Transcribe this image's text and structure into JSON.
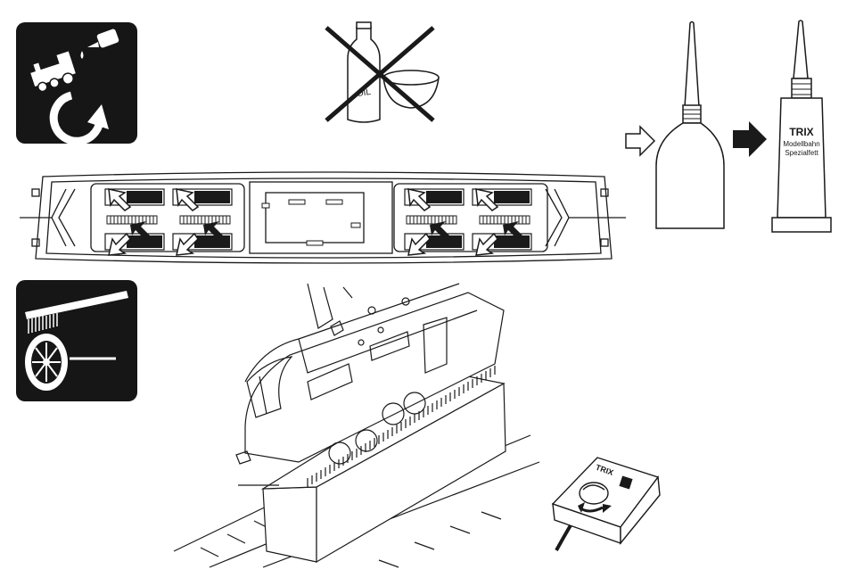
{
  "oil_bottle": {
    "label": "OIL"
  },
  "grease_tube": {
    "brand": "TRIX",
    "line1": "Modellbahn",
    "line2": "Spezialfett"
  },
  "controller": {
    "brand": "TRIX"
  },
  "icons": {
    "lubricate": "oil-locomotive-rotate-icon",
    "cleaning": "brush-wheel-icon",
    "no_oil": "crossed-oil-bottle-icon"
  }
}
